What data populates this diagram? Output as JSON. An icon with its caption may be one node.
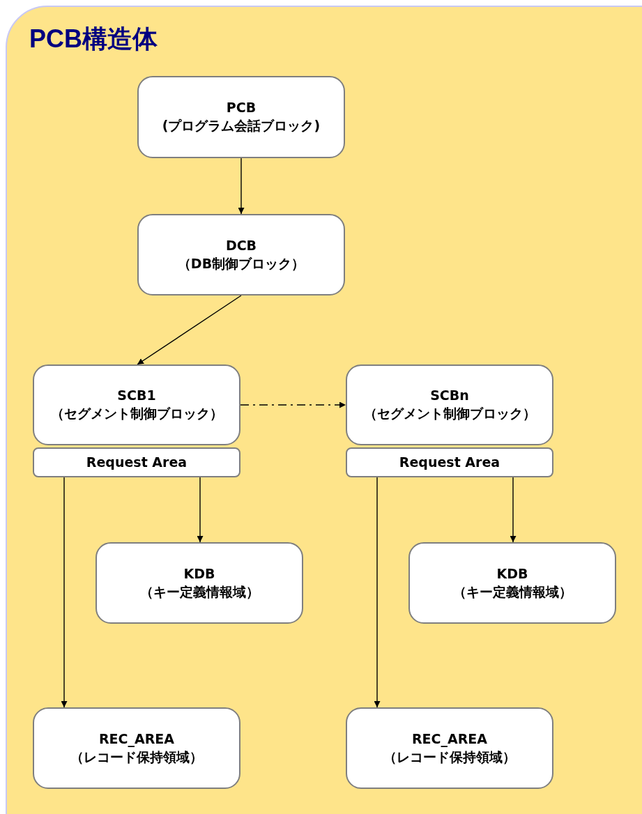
{
  "diagram": {
    "nodes": [
      {
        "text": [
          "PCB構造体"
        ]
      },
      {
        "text": [
          "PCB",
          "(プログラム会話ブロック)"
        ],
        "in": 0
      },
      {
        "text": [
          "DCB",
          "（DB制御ブロック）"
        ],
        "in": 0
      },
      {
        "text": [
          "SCB1",
          "（セグメント制御ブロック）"
        ],
        "in": 0
      },
      {
        "text": [
          "Request Area"
        ],
        "in": 0
      },
      {
        "text": [
          "SCBn",
          "（セグメント制御ブロック）"
        ],
        "in": 0
      },
      {
        "text": [
          "Request Area"
        ],
        "in": 0
      },
      {
        "text": [
          "KDB",
          "（キー定義情報域）"
        ],
        "in": 0
      },
      {
        "text": [
          "KDB",
          "（キー定義情報域）"
        ],
        "in": 0
      },
      {
        "text": [
          "REC_AREA",
          "（レコード保持領域）"
        ],
        "in": 0
      },
      {
        "text": [
          "REC_AREA",
          "（レコード保持領域）"
        ],
        "in": 0
      }
    ],
    "edges": [
      {
        "from": 1,
        "to": 2,
        "arrow": "to"
      },
      {
        "from": 2,
        "to": 3,
        "arrow": "to"
      },
      {
        "from": 3,
        "to": 5,
        "arrow": "to",
        "style": "dashed"
      },
      {
        "from": 4,
        "to": 7,
        "arrow": "to"
      },
      {
        "from": 4,
        "to": 9,
        "arrow": "to"
      },
      {
        "from": 6,
        "to": 8,
        "arrow": "to"
      },
      {
        "from": 6,
        "to": 10,
        "arrow": "to"
      }
    ]
  }
}
